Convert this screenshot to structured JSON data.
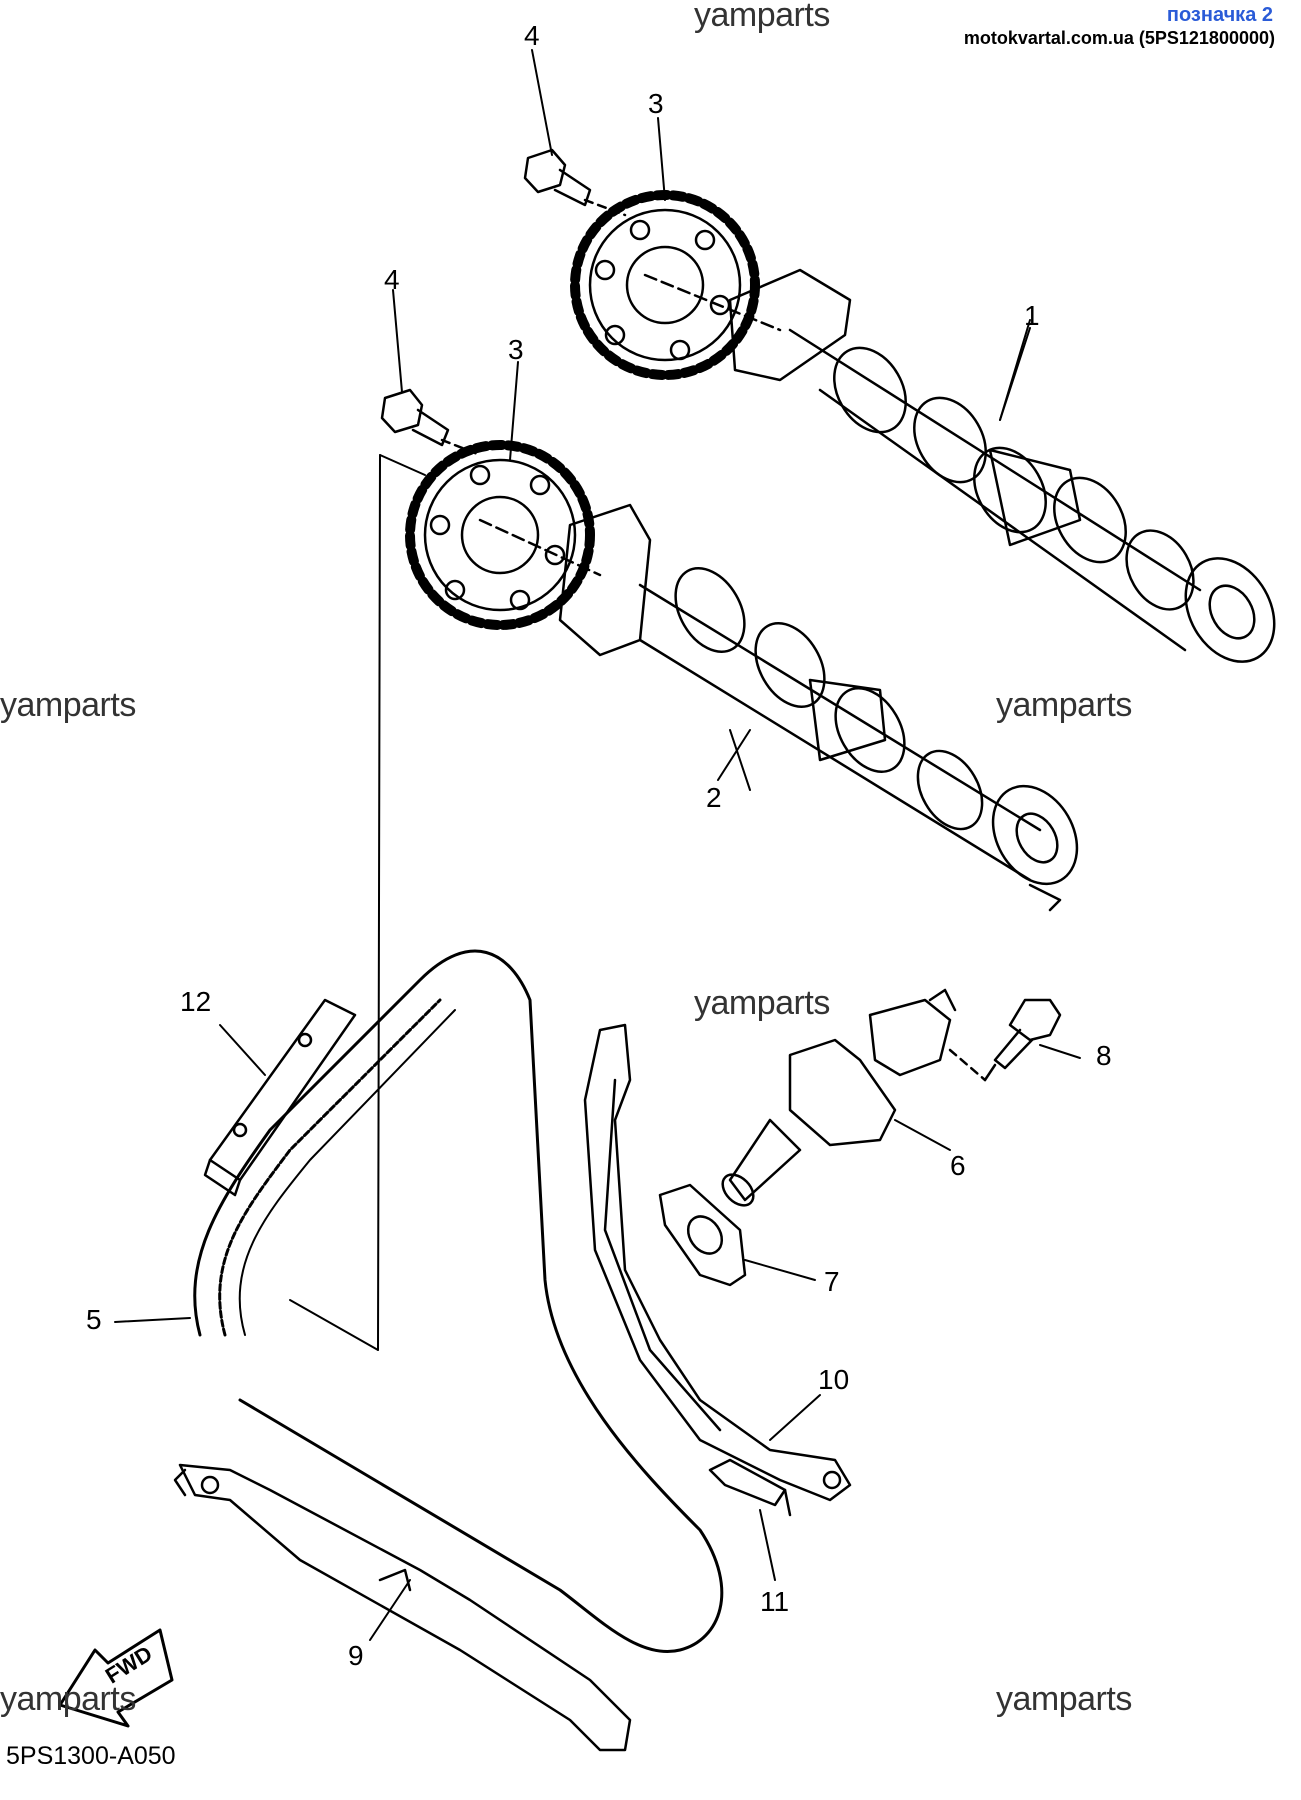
{
  "header": {
    "title": "позначка 2",
    "source": "motokvartal.com.ua (5PS121800000)"
  },
  "watermarks": [
    "yamparts",
    "yamparts",
    "yamparts",
    "yamparts",
    "yamparts",
    "yamparts"
  ],
  "callouts": [
    "1",
    "2",
    "3",
    "3",
    "4",
    "4",
    "5",
    "6",
    "7",
    "8",
    "9",
    "10",
    "11",
    "12"
  ],
  "fwd_label": "FWD",
  "diagram_code": "5PS1300-A050",
  "colors": {
    "header_title": "#2a5bd7",
    "line": "#000000"
  }
}
